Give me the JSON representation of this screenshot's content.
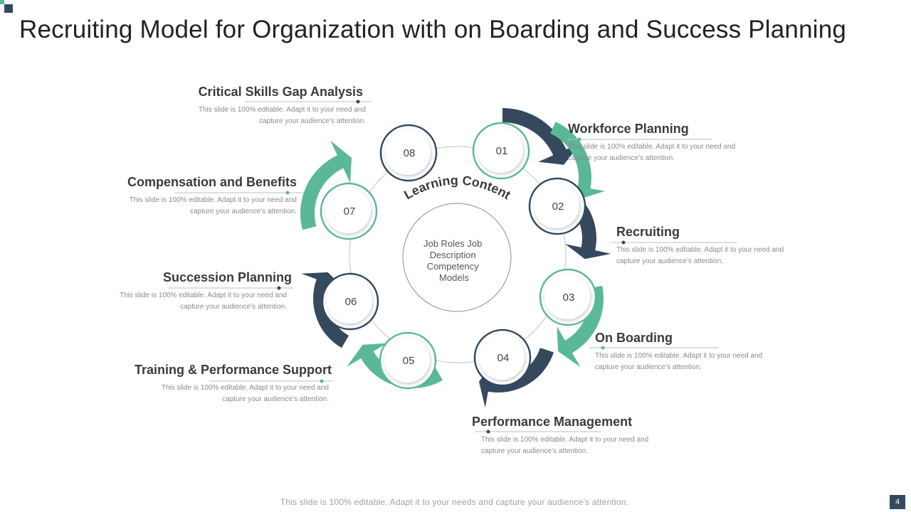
{
  "slide": {
    "title": "Recruiting Model for Organization with on Boarding and Success Planning",
    "footer": "This slide is 100% editable. Adapt it to your needs and capture your audience’s attention.",
    "page_number": "4"
  },
  "diagram": {
    "ring_label": "Learning Content",
    "center_text": [
      "Job Roles Job",
      "Description",
      "Competency",
      "Models"
    ],
    "steps": [
      {
        "num": "01",
        "title": "Workforce Planning",
        "desc": [
          "This slide is 100% editable.  Adapt it to your need and",
          "capture your audience’s attention."
        ]
      },
      {
        "num": "02",
        "title": "Recruiting",
        "desc": [
          "This slide is 100% editable.  Adapt it to your need and",
          "capture your audience’s attention."
        ]
      },
      {
        "num": "03",
        "title": "On Boarding",
        "desc": [
          "This slide is 100% editable.  Adapt it to your need and",
          "capture your audience’s attention."
        ]
      },
      {
        "num": "04",
        "title": "Performance Management",
        "desc": [
          "This slide is 100% editable.  Adapt it to your need and",
          "capture your audience’s attention."
        ]
      },
      {
        "num": "05",
        "title": "Training & Performance Support",
        "desc": [
          "This slide is 100% editable.  Adapt it to your need and",
          "capture your audience’s attention."
        ]
      },
      {
        "num": "06",
        "title": "Succession Planning",
        "desc": [
          "This slide is 100% editable.  Adapt it to your need and",
          "capture your audience’s attention."
        ]
      },
      {
        "num": "07",
        "title": "Compensation and Benefits",
        "desc": [
          "This slide is 100% editable.  Adapt it to your need and",
          "capture your audience’s attention."
        ]
      },
      {
        "num": "08",
        "title": "Critical Skills Gap Analysis",
        "desc": [
          "This slide is 100% editable.  Adapt it to your need and",
          "capture your audience’s attention."
        ]
      }
    ]
  },
  "colors": {
    "green": "#5bb896",
    "navy": "#34495e",
    "text": "#3b3b3b",
    "muted": "#8a8a8a"
  }
}
